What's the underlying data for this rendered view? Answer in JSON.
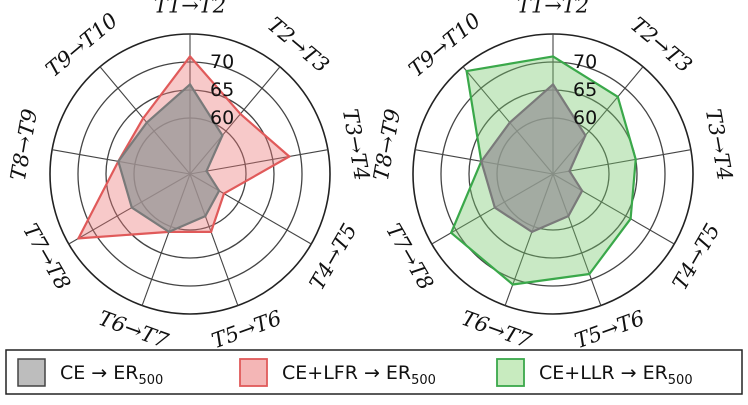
{
  "chart_data": [
    {
      "type": "radar",
      "axes": [
        "T1→T2",
        "T2→T3",
        "T3→T4",
        "T4→T5",
        "T5→T6",
        "T6→T7",
        "T7→T8",
        "T8→T9",
        "T9→T10"
      ],
      "radial_ticks": [
        "60",
        "65",
        "70"
      ],
      "rlim": [
        50,
        75
      ],
      "grid": true,
      "series": [
        {
          "name": "CE → ER500",
          "color": "#8c8c8c",
          "values": [
            66,
            59,
            53,
            56,
            58,
            61,
            62,
            63,
            62
          ]
        },
        {
          "name": "CE+LFR → ER500",
          "color": "#e05a5a",
          "values": [
            71,
            64,
            68,
            57,
            61,
            61,
            73,
            63,
            63
          ]
        }
      ]
    },
    {
      "type": "radar",
      "axes": [
        "T1→T2",
        "T2→T3",
        "T3→T4",
        "T4→T5",
        "T5→T6",
        "T6→T7",
        "T7→T8",
        "T8→T9",
        "T9→T10"
      ],
      "radial_ticks": [
        "60",
        "65",
        "70"
      ],
      "rlim": [
        50,
        75
      ],
      "grid": true,
      "series": [
        {
          "name": "CE → ER500",
          "color": "#8c8c8c",
          "values": [
            66,
            59,
            53,
            56,
            58,
            61,
            62,
            63,
            62
          ]
        },
        {
          "name": "CE+LLR → ER500",
          "color": "#3aa84a",
          "values": [
            71,
            68,
            65,
            66,
            69,
            71,
            71,
            63,
            74
          ]
        }
      ]
    }
  ],
  "legend": [
    {
      "label": "CE → ER",
      "sub": "500",
      "fill": "#bdbdbd",
      "stroke": "#444444"
    },
    {
      "label": "CE+LFR → ER",
      "sub": "500",
      "fill": "#f4b6b6",
      "stroke": "#e05a5a"
    },
    {
      "label": "CE+LLR → ER",
      "sub": "500",
      "fill": "#c8ebbf",
      "stroke": "#3aa84a"
    }
  ]
}
